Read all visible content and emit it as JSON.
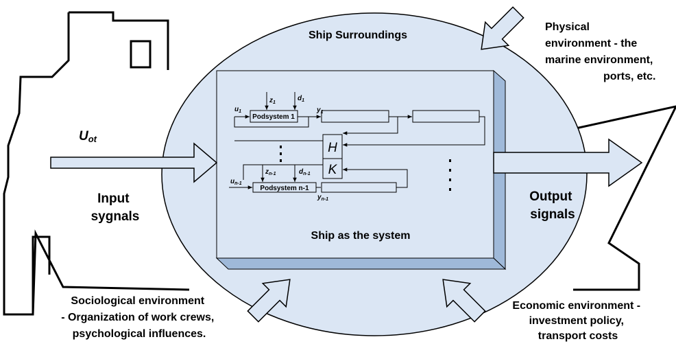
{
  "surroundings": {
    "title": "Ship Surroundings"
  },
  "system": {
    "title": "Ship as the system"
  },
  "input": {
    "symbol": "U",
    "symbol_sub": "ot",
    "label_line1": "Input",
    "label_line2": "sygnals"
  },
  "output": {
    "label_line1": "Output",
    "label_line2": "signals"
  },
  "environments": {
    "physical": [
      "Physical",
      "environment - the",
      "marine environment,",
      "ports, etc."
    ],
    "sociological": [
      "Sociological environment",
      "- Organization of work crews,",
      "psychological influences."
    ],
    "economic": [
      "Economic environment -",
      "investment policy,",
      "transport costs"
    ]
  },
  "block_diagram": {
    "subsystem1": "Podsystem 1",
    "subsystem_n1": "Podsystem n-1",
    "H": "H",
    "K": "K",
    "u1": {
      "base": "u",
      "sub": "1"
    },
    "z1": {
      "base": "z",
      "sub": "1"
    },
    "d1": {
      "base": "d",
      "sub": "1"
    },
    "y1": {
      "base": "y",
      "sub": "1"
    },
    "un1": {
      "base": "u",
      "sub": "n-1"
    },
    "zn1": {
      "base": "z",
      "sub": "n-1"
    },
    "dn1": {
      "base": "d",
      "sub": "n-1"
    },
    "yn1": {
      "base": "y",
      "sub": "n-1"
    }
  },
  "colors": {
    "ellipse_fill": "#dbe6f4",
    "box_face": "#dbe6f4",
    "box_side": "#9fb9d9",
    "arrow_fill": "#dbe6f4",
    "stroke": "#000000"
  }
}
